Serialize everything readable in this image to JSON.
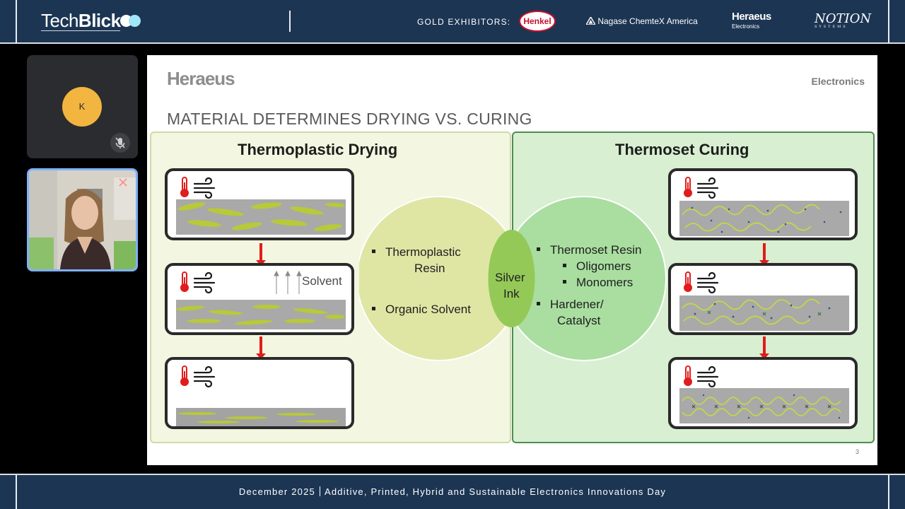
{
  "header": {
    "brand_light": "Tech",
    "brand_bold": "Blick",
    "gold_label": "GOLD EXHIBITORS:",
    "sponsors": {
      "henkel": "Henkel",
      "nagase": "Nagase ChemteX America",
      "heraeus": "Heraeus",
      "heraeus_sub": "Electronics",
      "notion": "NOTION",
      "notion_sub": "SYSTEMS"
    }
  },
  "participants": {
    "tile1_initial": "K"
  },
  "slide": {
    "logo": "Heraeus",
    "division": "Electronics",
    "title": "MATERIAL DETERMINES DRYING VS. CURING",
    "left_title": "Thermoplastic Drying",
    "right_title": "Thermoset Curing",
    "solvent_label": "Solvent",
    "left_items": [
      "Thermoplastic",
      "Resin",
      "Organic Solvent"
    ],
    "center": [
      "Silver",
      "Ink"
    ],
    "right_items": {
      "resin": "Thermoset Resin",
      "oligomers": "Oligomers",
      "monomers": "Monomers",
      "hardener": "Hardener/",
      "catalyst": "Catalyst"
    },
    "page_number": "3"
  },
  "footer": {
    "date": "December 2025",
    "event": "Additive, Printed, Hybrid and Sustainable Electronics Innovations Day"
  },
  "icons": [
    "thermometer-icon",
    "wind-icon",
    "microphone-muted-icon",
    "close-icon"
  ],
  "colors": {
    "bar_bg": "#1c3553",
    "thermoplastic_panel": "#f3f6e0",
    "thermoset_panel": "#d8efd1",
    "arrow_red": "#e11c1c",
    "avatar": "#f2b540"
  }
}
